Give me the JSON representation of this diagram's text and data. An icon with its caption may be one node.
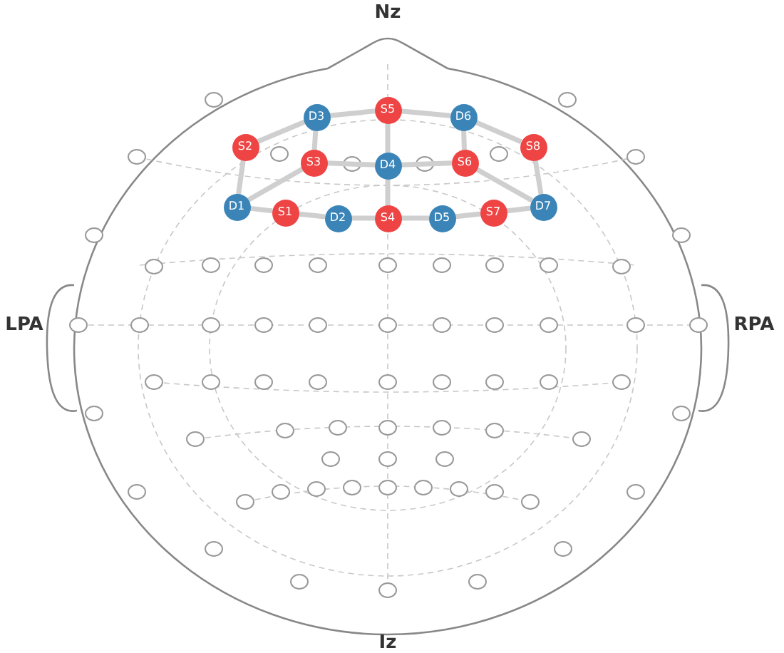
{
  "diagram": {
    "nodes": [
      {
        "text": [
          "S5"
        ]
      },
      {
        "text": [
          "D3"
        ]
      },
      {
        "text": [
          "D6"
        ]
      },
      {
        "text": [
          "S2"
        ]
      },
      {
        "text": [
          "S8"
        ]
      },
      {
        "text": [
          "S3"
        ]
      },
      {
        "text": [
          "D4"
        ]
      },
      {
        "text": [
          "S6"
        ]
      },
      {
        "text": [
          "D1"
        ]
      },
      {
        "text": [
          "D7"
        ]
      },
      {
        "text": [
          "S1"
        ]
      },
      {
        "text": [
          "S7"
        ]
      },
      {
        "text": [
          "D2"
        ]
      },
      {
        "text": [
          "S4"
        ]
      },
      {
        "text": [
          "D5"
        ]
      }
    ],
    "edges": [
      {
        "from": 1,
        "to": 3,
        "arrow": "none"
      },
      {
        "from": 1,
        "to": 0,
        "arrow": "none"
      },
      {
        "from": 1,
        "to": 5,
        "arrow": "none"
      },
      {
        "from": 0,
        "to": 2,
        "arrow": "none"
      },
      {
        "from": 0,
        "to": 6,
        "arrow": "none"
      },
      {
        "from": 2,
        "to": 7,
        "arrow": "none"
      },
      {
        "from": 2,
        "to": 4,
        "arrow": "none"
      },
      {
        "from": 3,
        "to": 8,
        "arrow": "none"
      },
      {
        "from": 5,
        "to": 8,
        "arrow": "none"
      },
      {
        "from": 5,
        "to": 6,
        "arrow": "none"
      },
      {
        "from": 6,
        "to": 7,
        "arrow": "none"
      },
      {
        "from": 6,
        "to": 13,
        "arrow": "none"
      },
      {
        "from": 7,
        "to": 9,
        "arrow": "none"
      },
      {
        "from": 4,
        "to": 9,
        "arrow": "none"
      },
      {
        "from": 8,
        "to": 10,
        "arrow": "none"
      },
      {
        "from": 10,
        "to": 12,
        "arrow": "none"
      },
      {
        "from": 12,
        "to": 13,
        "arrow": "none"
      },
      {
        "from": 13,
        "to": 14,
        "arrow": "none"
      },
      {
        "from": 14,
        "to": 11,
        "arrow": "none"
      },
      {
        "from": 11,
        "to": 9,
        "arrow": "none"
      }
    ],
    "labels": [
      "Nz",
      "LPA",
      "RPA",
      "Iz"
    ]
  }
}
